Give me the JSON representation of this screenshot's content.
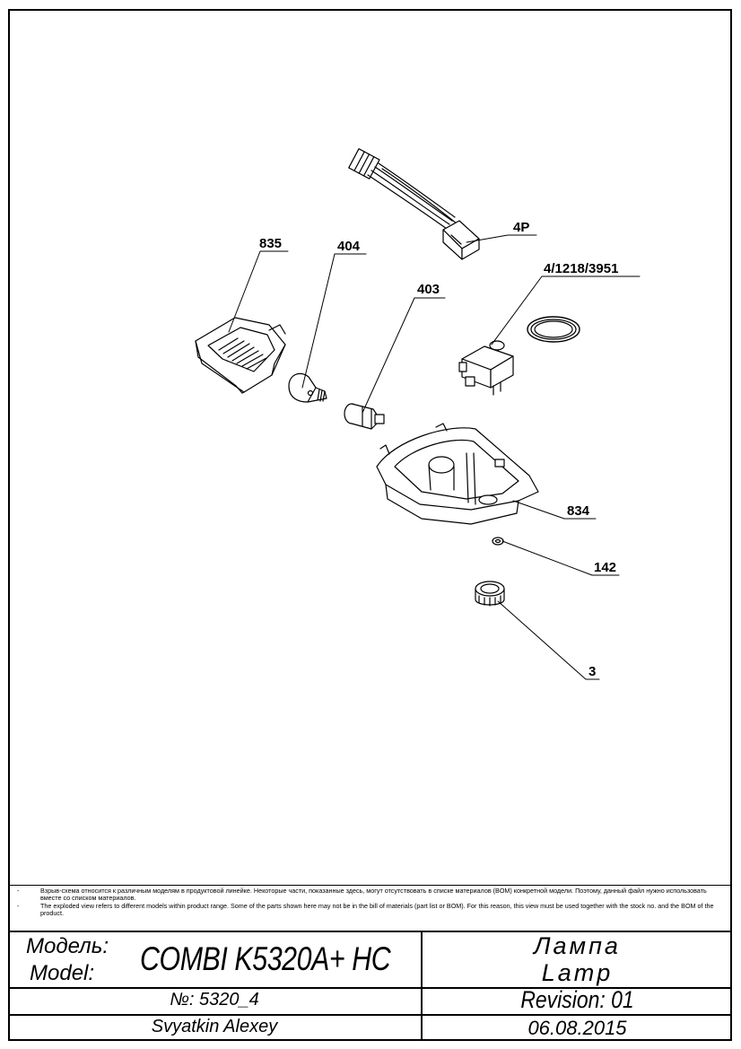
{
  "callouts": {
    "part_835": "835",
    "part_404": "404",
    "part_403": "403",
    "part_4p": "4P",
    "part_4_1218_3951": "4/1218/3951",
    "part_834": "834",
    "part_142": "142",
    "part_3": "3"
  },
  "notes": [
    "Взрыв-схема относится к различным моделям в продуктовой линейке. Некоторые части, показанные здесь, могут отсутствовать в списке материалов (BOM) конкретной модели. Поэтому, данный файл нужно использовать вместе со списком материалов.",
    "The exploded view refers to different models within product range. Some of the parts shown here may not be in the bill of materials (part list or BOM). For this reason, this view must be used together with the stock no. and the BOM of the product."
  ],
  "title_block": {
    "model_label_ru": "Модель:",
    "model_label_en": "Model:",
    "model_name": "COMBI K5320A+ HC",
    "part_name_ru": "Лампа",
    "part_name_en": "Lamp",
    "number": "№: 5320_4",
    "revision": "Revision: 01",
    "author": "Svyatkin Alexey",
    "date": "06.08.2015"
  }
}
